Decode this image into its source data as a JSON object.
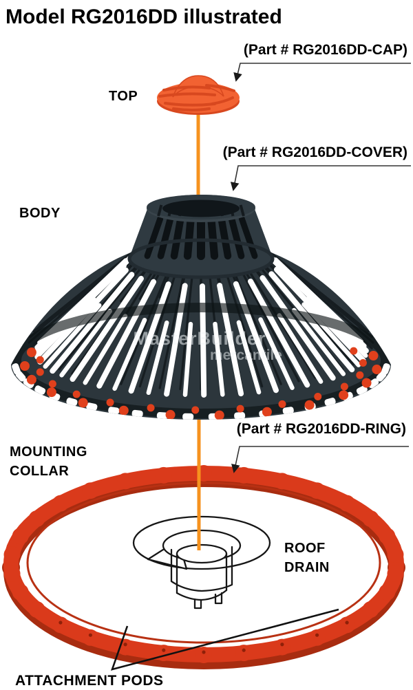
{
  "title": "Model RG2016DD illustrated",
  "watermark": {
    "line1": "MasterBuilder",
    "line2": "mercantile"
  },
  "part_labels": {
    "cap": "(Part # RG2016DD-CAP)",
    "cover": "(Part # RG2016DD-COVER)",
    "ring": "(Part # RG2016DD-RING)"
  },
  "component_labels": {
    "top": "TOP",
    "body": "BODY",
    "mounting_collar": [
      "MOUNTING",
      "COLLAR"
    ],
    "roof_drain": [
      "ROOF",
      "DRAIN"
    ],
    "attachment_pods": "ATTACHMENT PODS"
  },
  "colors": {
    "cap_orange": "#f26232",
    "cap_orange_dark": "#d8481f",
    "alignment_line_orange": "#f6921e",
    "ring_red": "#da3a1b",
    "ring_red_dark": "#a82c10",
    "dome_dark": "#2c363c",
    "dome_groove": "#161d21",
    "dome_collar": "#2f3a41",
    "rim_hole_red": "#e0401c",
    "label_black": "#000000"
  }
}
